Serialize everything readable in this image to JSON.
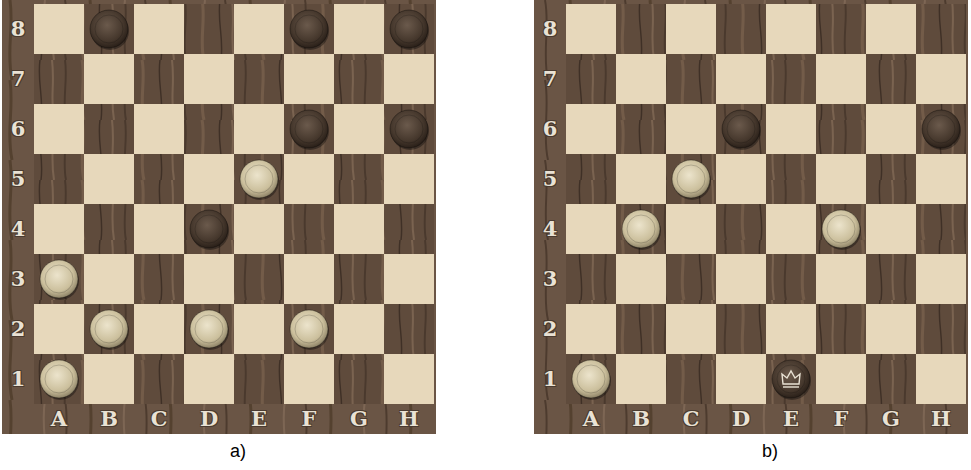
{
  "diagram": {
    "labels": [
      "8",
      "7",
      "6",
      "5",
      "4",
      "3",
      "2",
      "1",
      "A",
      "B",
      "C",
      "D",
      "E",
      "F",
      "G",
      "H",
      "8",
      "7",
      "6",
      "5",
      "4",
      "3",
      "2",
      "1",
      "A",
      "B",
      "C",
      "D",
      "E",
      "F",
      "G",
      "H",
      "a)",
      "b)"
    ]
  }
}
